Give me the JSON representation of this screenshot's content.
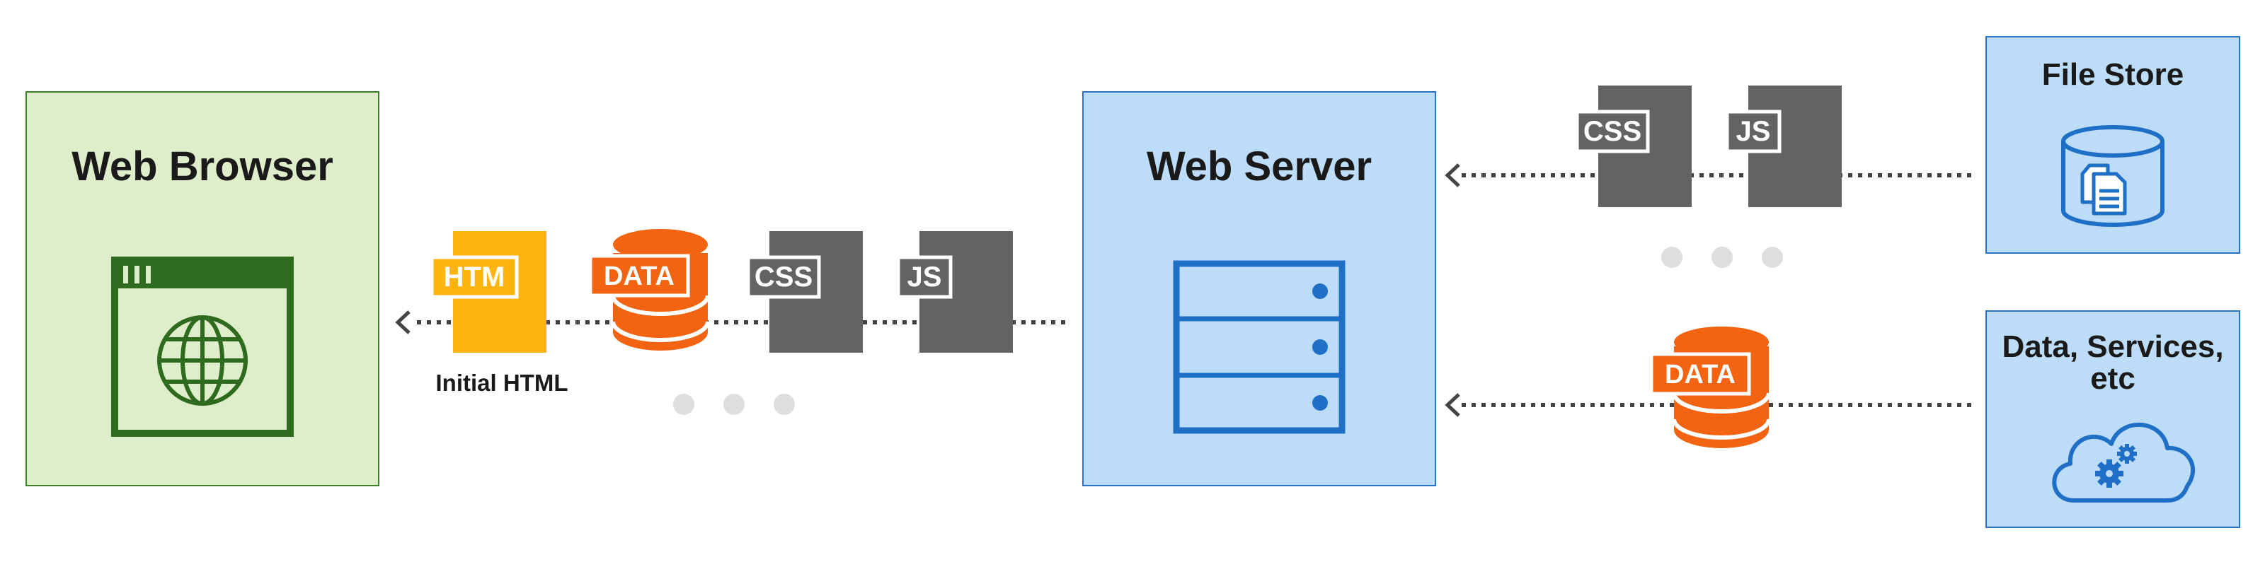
{
  "nodes": {
    "browser": {
      "title": "Web Browser"
    },
    "server": {
      "title": "Web Server"
    },
    "file_store": {
      "title": "File Store"
    },
    "data_services": {
      "title_line1": "Data, Services,",
      "title_line2": "etc"
    }
  },
  "files": {
    "htm": "HTM",
    "data": "DATA",
    "css": "CSS",
    "js": "JS"
  },
  "labels": {
    "initial_html": "Initial HTML"
  },
  "colors": {
    "browser_fill": "#dfeeca",
    "browser_border": "#3e7d2a",
    "browser_icon": "#2e6b1f",
    "server_fill": "#bcdcf7",
    "server_border": "#2a72c8",
    "server_icon": "#1f6fc6",
    "htm": "#ffb30f",
    "data": "#f26411",
    "doc": "#636363",
    "dots": "#dedede",
    "arrow": "#444444"
  }
}
